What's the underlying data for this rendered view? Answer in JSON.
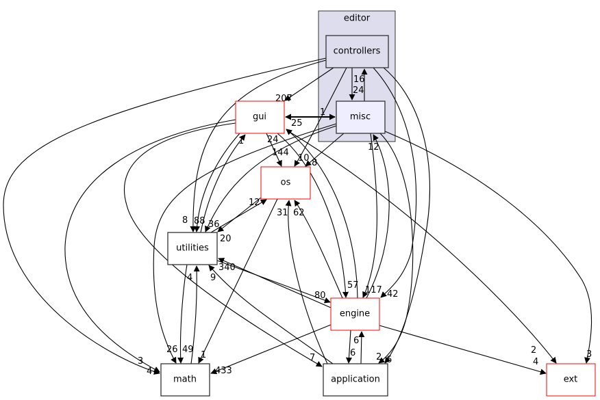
{
  "cluster": {
    "label": "editor"
  },
  "nodes": {
    "controllers": "controllers",
    "misc": "misc",
    "gui": "gui",
    "os": "os",
    "utilities": "utilities",
    "engine": "engine",
    "math": "math",
    "application": "application",
    "ext": "ext"
  },
  "colors": {
    "cluster_fill": "#ddddee",
    "cluster_stroke": "#333333",
    "misc_fill": "#eeeeff",
    "highlight_border": "#ff0000",
    "normal_border": "#333333"
  },
  "edges": [
    {
      "from": "controllers",
      "to": "gui",
      "label": "207"
    },
    {
      "from": "controllers",
      "to": "misc",
      "label": "24"
    },
    {
      "from": "misc",
      "to": "controllers",
      "label": "16"
    },
    {
      "from": "controllers",
      "to": "os",
      "label": "10"
    },
    {
      "from": "controllers",
      "to": "utilities",
      "label": "8"
    },
    {
      "from": "controllers",
      "to": "math",
      "label": "3"
    },
    {
      "from": "controllers",
      "to": "engine",
      "label": "42"
    },
    {
      "from": "controllers",
      "to": "application",
      "label": "6"
    },
    {
      "from": "gui",
      "to": "misc",
      "label": "1"
    },
    {
      "from": "misc",
      "to": "gui",
      "label": "25"
    },
    {
      "from": "gui",
      "to": "os",
      "label": "144"
    },
    {
      "from": "gui",
      "to": "utilities",
      "label": "88"
    },
    {
      "from": "utilities",
      "to": "gui",
      "label": "1"
    },
    {
      "from": "gui",
      "to": "engine",
      "label": "57"
    },
    {
      "from": "engine",
      "to": "gui",
      "label": "24"
    },
    {
      "from": "gui",
      "to": "math",
      "label": "4"
    },
    {
      "from": "gui",
      "to": "application",
      "label": "7"
    },
    {
      "from": "misc",
      "to": "os",
      "label": "8"
    },
    {
      "from": "misc",
      "to": "utilities",
      "label": "36"
    },
    {
      "from": "misc",
      "to": "math",
      "label": "26"
    },
    {
      "from": "misc",
      "to": "engine",
      "label": "117"
    },
    {
      "from": "engine",
      "to": "misc",
      "label": "12"
    },
    {
      "from": "misc",
      "to": "application",
      "label": "2"
    },
    {
      "from": "misc",
      "to": "ext",
      "label": "3"
    },
    {
      "from": "os",
      "to": "utilities",
      "label": "20"
    },
    {
      "from": "utilities",
      "to": "os",
      "label": "12"
    },
    {
      "from": "os",
      "to": "math",
      "label": "1"
    },
    {
      "from": "engine",
      "to": "os",
      "label": "62"
    },
    {
      "from": "application",
      "to": "os",
      "label": "31"
    },
    {
      "from": "utilities",
      "to": "engine",
      "label": "80"
    },
    {
      "from": "engine",
      "to": "utilities",
      "label": "340"
    },
    {
      "from": "application",
      "to": "utilities",
      "label": "9"
    },
    {
      "from": "utilities",
      "to": "math",
      "label": "49"
    },
    {
      "from": "math",
      "to": "utilities",
      "label": "4"
    },
    {
      "from": "engine",
      "to": "math",
      "label": "433"
    },
    {
      "from": "engine",
      "to": "application",
      "label": "6"
    },
    {
      "from": "application",
      "to": "engine",
      "label": "6"
    },
    {
      "from": "engine",
      "to": "ext",
      "label": "4"
    },
    {
      "from": "gui",
      "to": "ext",
      "label": "2"
    }
  ]
}
